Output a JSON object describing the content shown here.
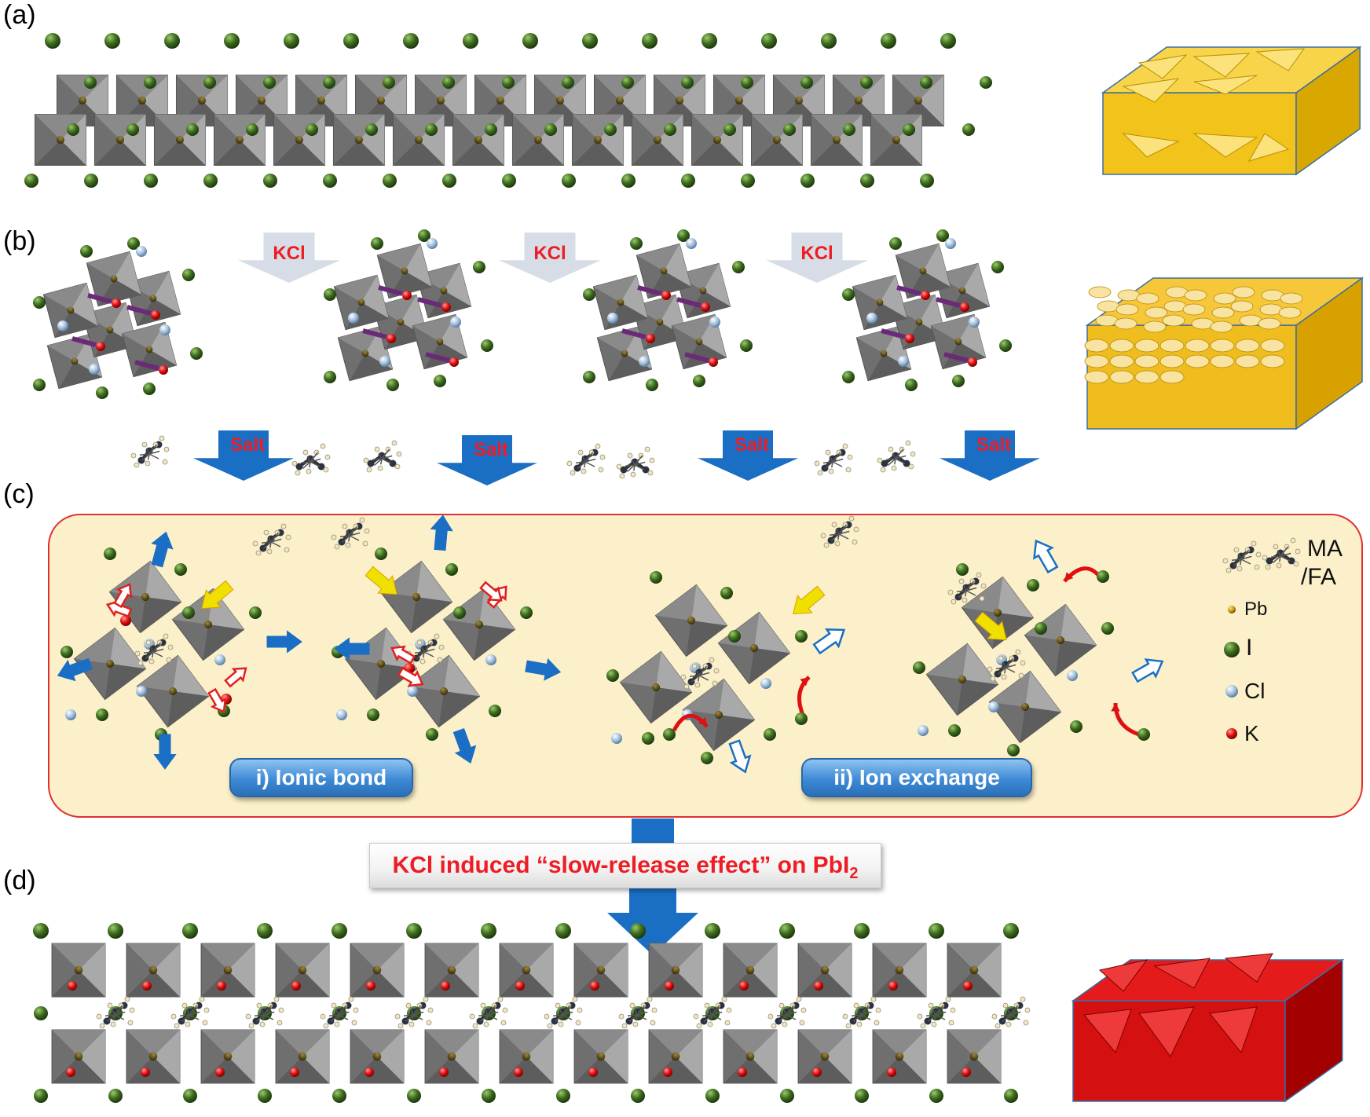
{
  "panels": {
    "a": "(a)",
    "b": "(b)",
    "c": "(c)",
    "d": "(d)"
  },
  "reagents": {
    "kcl": "KCl",
    "salt": "Salt"
  },
  "mechanisms": {
    "ionic_bond": "i) Ionic bond",
    "ion_exchange": "ii) Ion exchange"
  },
  "banner": {
    "prefix": "KCl induced  “slow-release effect” on PbI",
    "subscript": "2"
  },
  "legend": {
    "molecule_line1": "MA",
    "molecule_line2": "/FA",
    "pb": "Pb",
    "i": "I",
    "cl": "Cl",
    "k": "K"
  },
  "colors": {
    "iodide": "#3e6b1f",
    "chloride": "#a8c4e0",
    "potassium": "#e01010",
    "lead": "#8a6a10",
    "octahedron": "#7d7d7d",
    "film_pbi2": "#f4c430",
    "film_perovskite": "#d40000",
    "panel_c_bg": "#fbf0c9",
    "panel_c_border": "#e03030",
    "arrow_blue": "#1a6fc4",
    "arrow_yellow": "#f0e000",
    "text_red": "#ee1c24"
  },
  "icons": [
    "octahedron-icon",
    "iodide-ion-icon",
    "chloride-ion-icon",
    "potassium-ion-icon",
    "lead-ion-icon",
    "ma-fa-molecule-icon",
    "film-block-icon",
    "arrow-icon"
  ]
}
